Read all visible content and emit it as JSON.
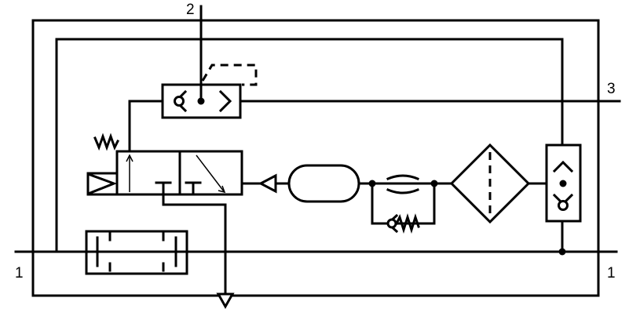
{
  "ports": {
    "port_1_left": "1",
    "port_1_right": "1",
    "port_2": "2",
    "port_3": "3"
  },
  "colors": {
    "stroke": "#000000",
    "background": "#ffffff"
  }
}
